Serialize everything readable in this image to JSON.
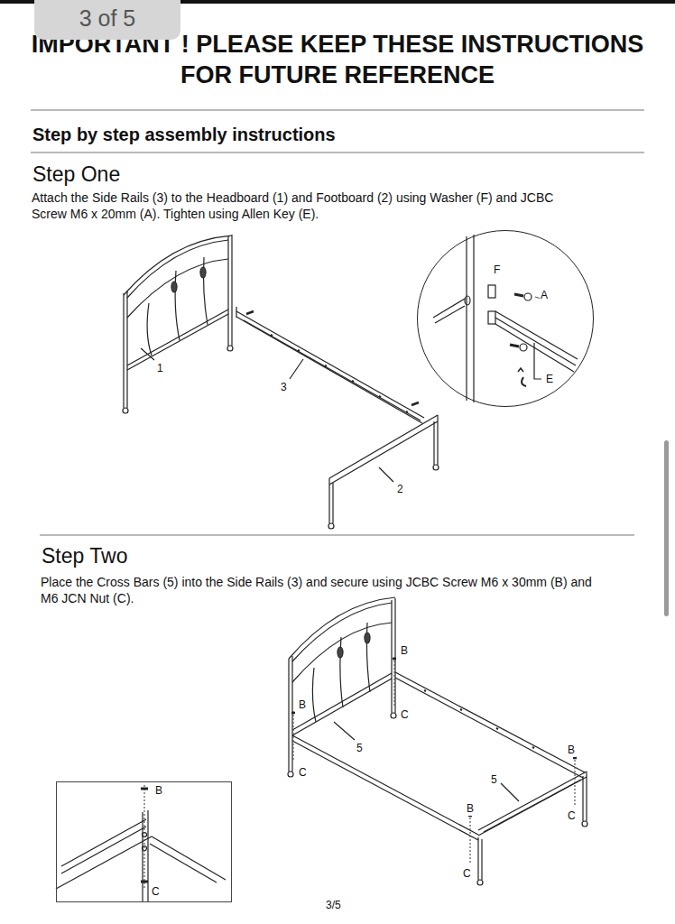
{
  "diagram": {
    "title": "IMPORTANT ! PLEASE KEEP THESE INSTRUCTIONS FOR FUTURE REFERENCE",
    "nodes": [
      {
        "text": [
          "3 of 5"
        ]
      },
      {
        "text": [
          "F",
          "A",
          "E"
        ]
      },
      {
        "text": [
          "B",
          "C"
        ]
      }
    ],
    "labels": [
      "Step by step assembly instructions",
      "Step One",
      "Attach the Side Rails (3) to the Headboard (1) and Footboard (2) using Washer (F) and JCBC Screw M6 x 20mm (A). Tighten using Allen Key (E).",
      "1",
      "3",
      "2",
      "Step Two",
      "Place the Cross Bars (5) into the Side Rails (3) and secure using JCBC Screw M6 x 30mm (B) and M6 JCN Nut (C).",
      "B",
      "C",
      "B",
      "5",
      "C",
      "B",
      "5",
      "B",
      "C",
      "C",
      "3/5"
    ]
  }
}
